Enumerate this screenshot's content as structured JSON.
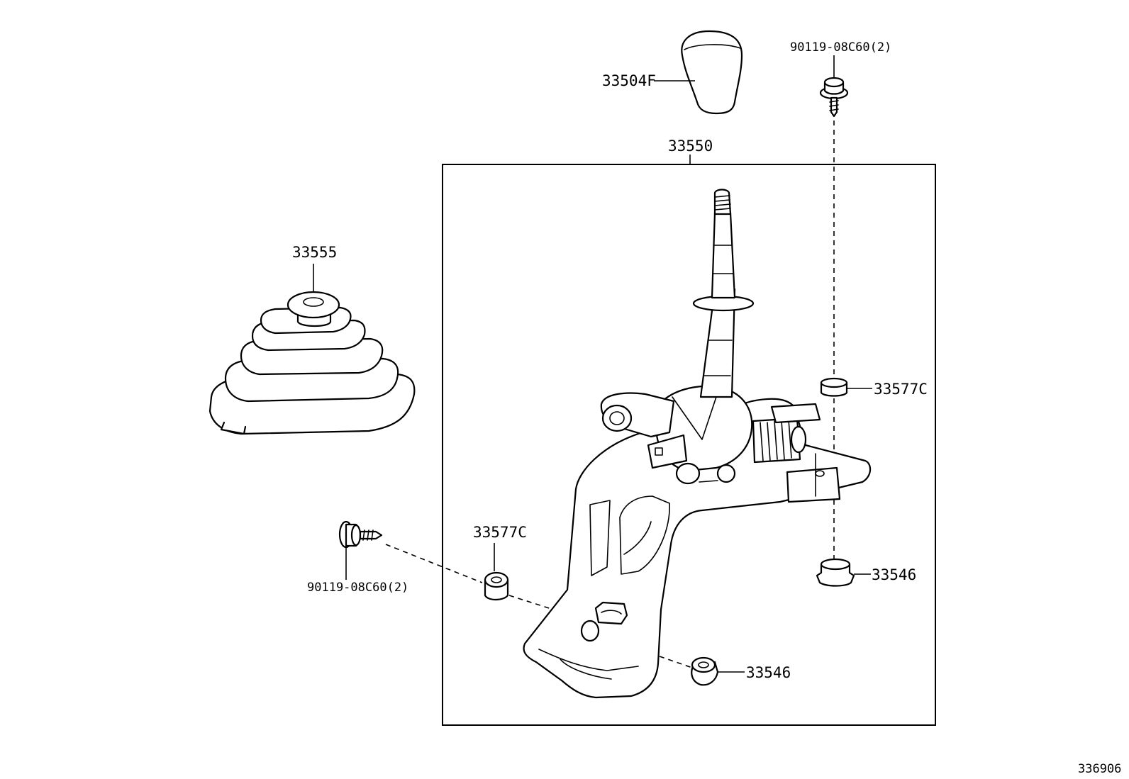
{
  "diagram_id": "336906",
  "callouts": {
    "knob": "33504F",
    "boot": "33555",
    "shift_lever_assembly": "33550",
    "bolt_top": "90119-08C60(2)",
    "bolt_left": "90119-08C60(2)",
    "collar_right": "33577C",
    "collar_left": "33577C",
    "nut_right": "33546",
    "nut_bottom": "33546"
  }
}
